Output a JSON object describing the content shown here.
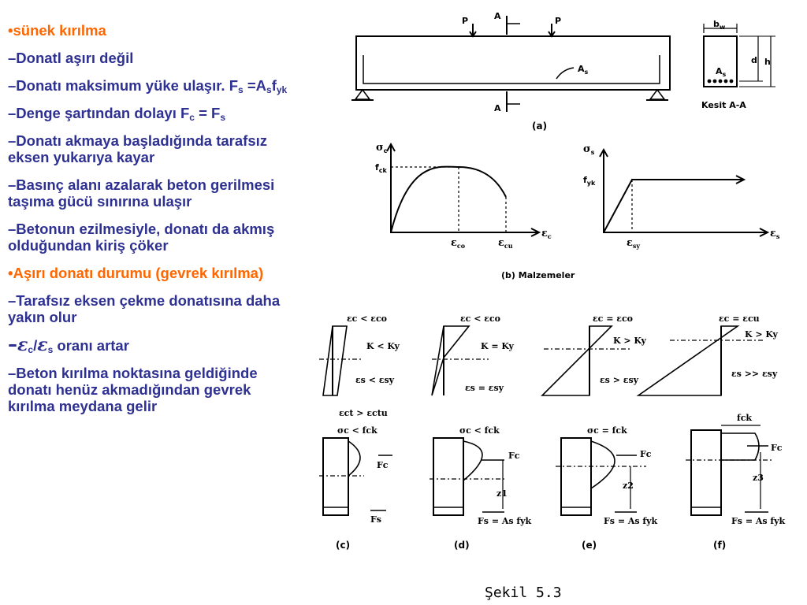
{
  "text": {
    "i0": "•sünek kırılma",
    "i1": "–Donatl aşırı değil",
    "i2a": "–Donatı maksimum yüke ulaşır. F",
    "i2b": "s",
    "i2c": " =A",
    "i2d": "s",
    "i2e": "f",
    "i2f": "yk",
    "i3a": "–Denge şartından dolayı F",
    "i3b": "c",
    "i3c": " = F",
    "i3d": "s",
    "i4": "–Donatı akmaya başladığında tarafsız eksen yukarıya kayar",
    "i5": "–Basınç alanı azalarak beton gerilmesi taşıma gücü sınırına ulaşır",
    "i6": "–Betonun ezilmesiyle, donatı da akmış olduğundan kiriş çöker",
    "i7": "•Aşırı donatı durumu (gevrek kırılma)",
    "i8": "–Tarafsız eksen çekme donatısına daha yakın olur",
    "i9a": "–",
    "i9b": "ε",
    "i9c": "c",
    "i9d": "/",
    "i9e": "ε",
    "i9f": "s",
    "i9g": " oranı artar",
    "i10": "–Beton kırılma noktasına geldiğinde donatı henüz akmadığından gevrek kırılma meydana gelir"
  },
  "figure": {
    "beam_P": "P",
    "beam_A": "A",
    "beam_As": "A",
    "beam_As_sub": "s",
    "bw": "b",
    "bw_sub": "w",
    "d": "d",
    "h": "h",
    "section_label": "Kesit  A-A",
    "label_a": "(a)",
    "sigma_c": "σ",
    "sigma_c_sub": "c",
    "fck": "f",
    "fck_sub": "ck",
    "eco": "ε",
    "eco_sub": "co",
    "ecu": "ε",
    "ecu_sub": "cu",
    "eps_c": "ε",
    "eps_c_sub": "c",
    "sigma_s": "σ",
    "sigma_s_sub": "s",
    "fyk": "f",
    "fyk_sub": "yk",
    "esy": "ε",
    "esy_sub": "sy",
    "eps_s": "ε",
    "eps_s_sub": "s",
    "label_b": "(b)  Malzemeler",
    "c_top": "εc < εco",
    "c_k": "K < Ky",
    "c_s": "εs < εsy",
    "c_bot": "εct > εctu",
    "d_top": "εc < εco",
    "d_k": "K = Ky",
    "d_s": "εs = εsy",
    "e_top": "εc = εco",
    "e_k": "K > Ky",
    "e_s": "εs > εsy",
    "f_top": "εc = εcu",
    "f_k": "K > Ky",
    "f_s": "εs >> εsy",
    "c_stress": "σc < fck",
    "d_stress": "σc < fck",
    "e_stress": "σc = fck",
    "f_stress": "fck",
    "Fc": "Fc",
    "Fs": "Fs",
    "FsAsfyk": "Fs = As fyk",
    "z1": "z1",
    "z2": "z2",
    "z3": "z3",
    "label_c": "(c)",
    "label_d": "(d)",
    "label_e": "(e)",
    "label_f": "(f)",
    "caption": "Şekil  5.3"
  }
}
